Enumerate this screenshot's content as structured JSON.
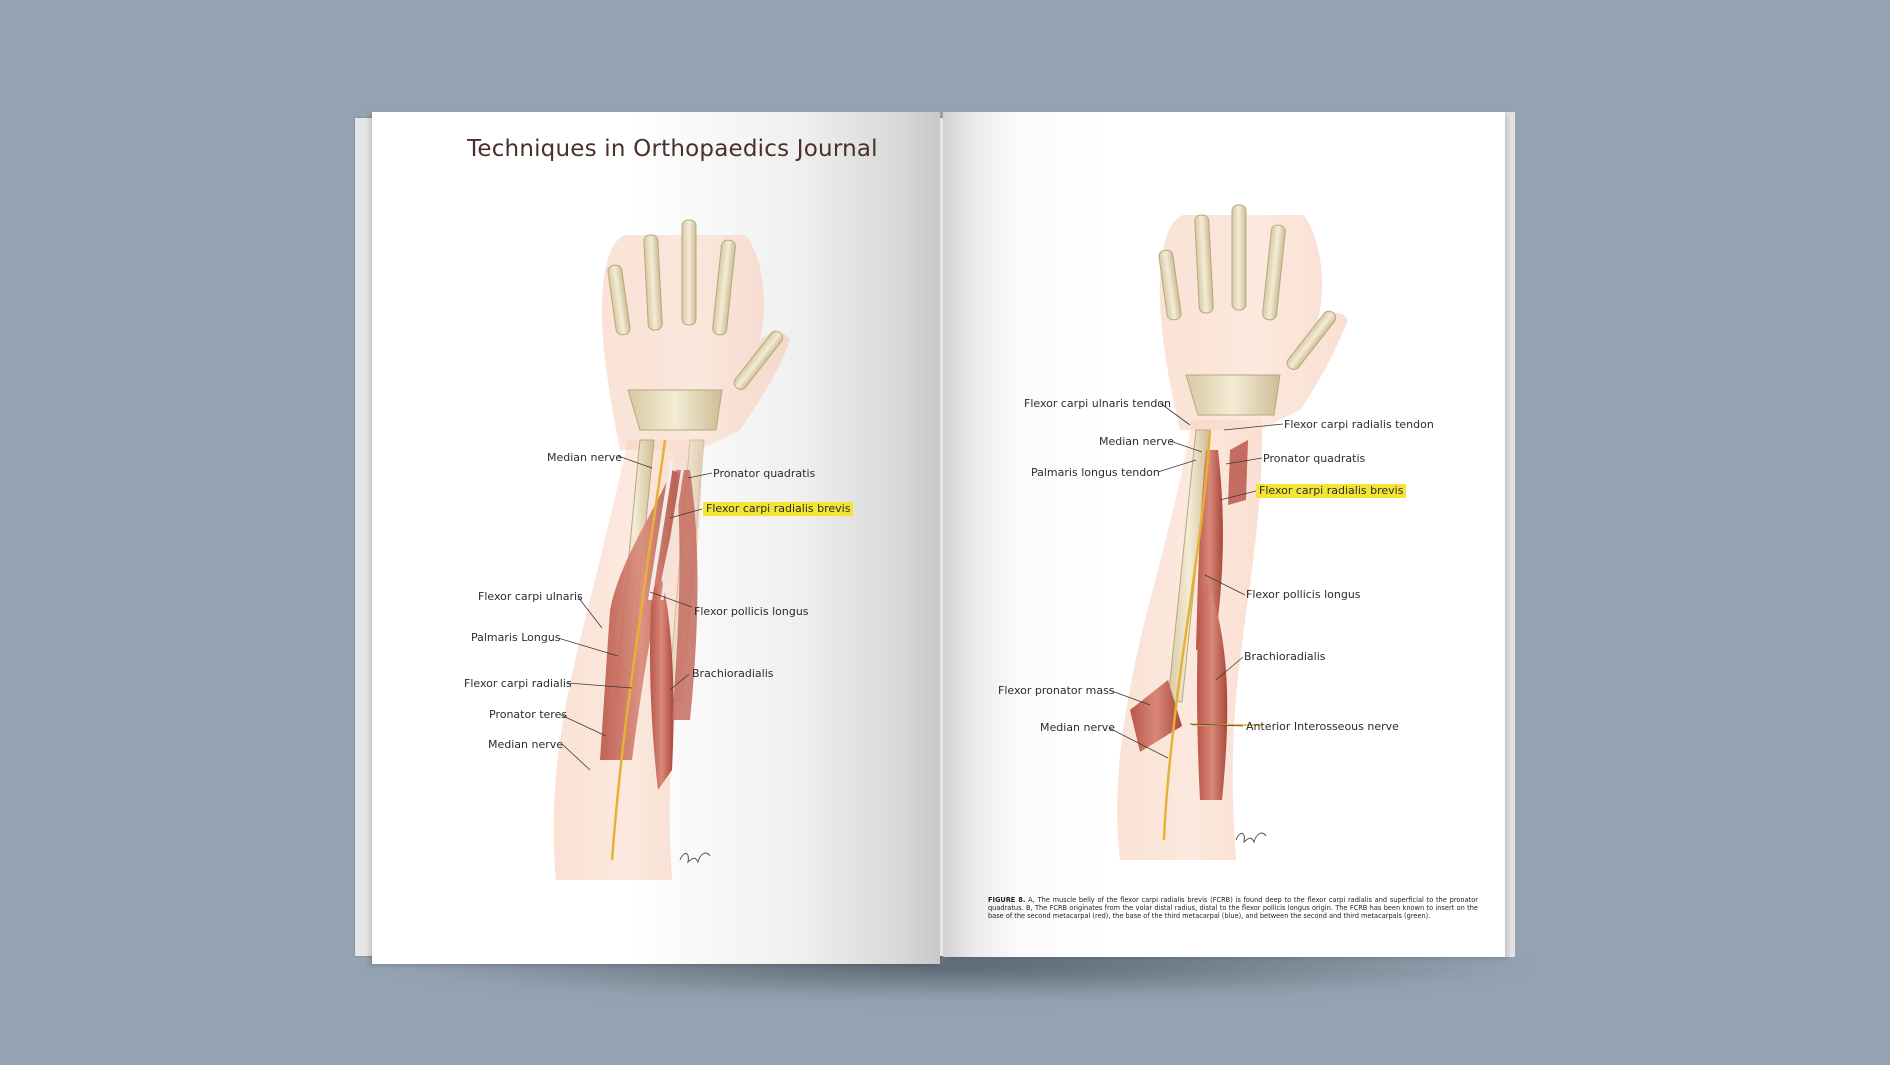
{
  "journal_title": "Techniques in Orthopaedics Journal",
  "highlight_color": "#f4e534",
  "figure_a": {
    "labels": {
      "median_nerve_top": "Median nerve",
      "pronator_quadratus": "Pronator quadratis",
      "flexor_carpi_radialis_brevis": "Flexor carpi radialis brevis",
      "flexor_carpi_ulnaris": "Flexor carpi ulnaris",
      "flexor_pollicis_longus": "Flexor pollicis longus",
      "palmaris_longus": "Palmaris Longus",
      "brachioradialis": "Brachioradialis",
      "flexor_carpi_radialis": "Flexor carpi radialis",
      "pronator_teres": "Pronator teres",
      "median_nerve_bottom": "Median nerve"
    }
  },
  "figure_b": {
    "labels": {
      "flexor_carpi_ulnaris_tendon": "Flexor carpi ulnaris tendon",
      "flexor_carpi_radialis_tendon": "Flexor carpi radialis tendon",
      "median_nerve_top": "Median nerve",
      "pronator_quadratus": "Pronator quadratis",
      "palmaris_longus_tendon": "Palmaris longus tendon",
      "flexor_carpi_radialis_brevis": "Flexor carpi radialis brevis",
      "flexor_pollicis_longus": "Flexor pollicis longus",
      "brachioradialis": "Brachioradialis",
      "flexor_pronator_mass": "Flexor pronator mass",
      "median_nerve_bottom": "Median nerve",
      "anterior_interosseous_nerve": "Anterior Interosseous nerve"
    }
  },
  "caption": {
    "figure_label": "FIGURE 8.",
    "text": "A, The muscle belly of the flexor carpi radialis brevis (FCRB) is found deep to the flexor carpi radialis and superficial to the pronator quadratus. B, The FCRB originates from the volar distal radius, distal to the flexor pollicis longus origin. The FCRB has been known to insert on the base of the second metacarpal (red), the base of the third metacarpal (blue), and between the second and third metacarpals (green)."
  }
}
